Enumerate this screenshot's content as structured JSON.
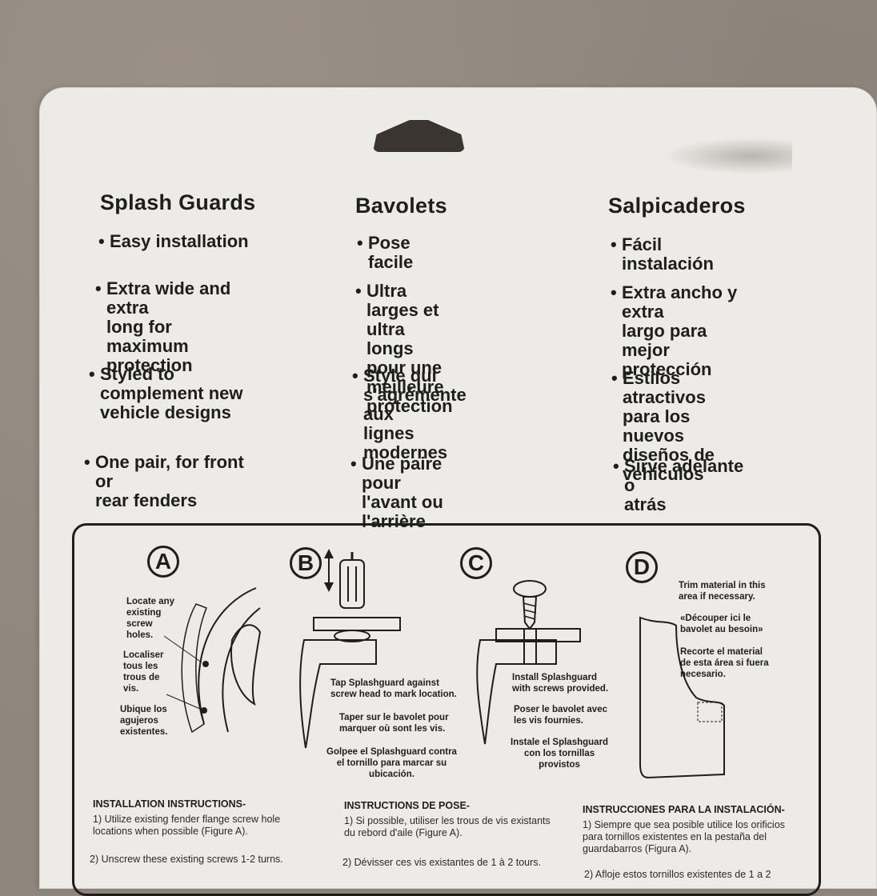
{
  "columns": [
    {
      "title": "Splash Guards",
      "bullets": [
        "Easy installation",
        "Extra wide and extra\nlong for maximum\nprotection",
        "Styled to\ncomplement new\nvehicle designs",
        "One pair, for front or\nrear fenders"
      ]
    },
    {
      "title": "Bavolets",
      "bullets": [
        "Pose facile",
        "Ultra larges et ultra\nlongs pour une\nmeilleure protection",
        "Style qui\ns'agrémente aux\nlignes modernes",
        "Une paire pour\nl'avant ou l'arrière"
      ]
    },
    {
      "title": "Salpicaderos",
      "bullets": [
        "Fácil instalación",
        "Extra ancho y extra\nlargo para mejor\nprotección",
        "Estilos atractivos\npara los nuevos\ndiseños de vehiculos",
        "Sirve adelante o\natrás"
      ]
    }
  ],
  "figures": {
    "a": {
      "letter": "A",
      "locate": "Locate any\nexisting\nscrew\nholes.",
      "localiser": "Localiser\ntous les\ntrous de\nvis.",
      "ubique": "Ubique los\nagujeros\nexistentes."
    },
    "b": {
      "letter": "B",
      "en": "Tap Splashguard against\nscrew head to mark location.",
      "fr": "Taper sur le bavolet pour\nmarquer où sont les vis.",
      "es": "Golpee el Splashguard contra\nel tornillo para marcar su\nubicación."
    },
    "c": {
      "letter": "C",
      "en": "Install Splashguard\nwith screws provided.",
      "fr": "Poser le bavolet avec\nles vis fournies.",
      "es": "Instale el Splashguard\ncon los tornillas\nprovistos"
    },
    "d": {
      "letter": "D",
      "en": "Trim material in this\narea if necessary.",
      "fr": "«Découper ici le\nbavolet au besoin»",
      "es": "Recorte el material\nde esta área si fuera\nnecesario."
    }
  },
  "instructions": [
    {
      "header": "INSTALLATION INSTRUCTIONS-",
      "step1": "1) Utilize existing fender flange screw hole\n    locations when possible (Figure A).",
      "step2": "2) Unscrew these existing screws 1-2 turns."
    },
    {
      "header": "INSTRUCTIONS DE POSE-",
      "step1": "1) Si possible, utiliser les trous de vis existants\n    du rebord d'aile (Figure A).",
      "step2": "2) Dévisser ces vis existantes de 1 à 2 tours."
    },
    {
      "header": "INSTRUCCIONES PARA LA INSTALACIÓN-",
      "step1": "1) Siempre que sea posible utilice los orificios\n    para tornillos existentes en la pestaña del\n    guardabarros (Figura A).",
      "step2": "2) Afloje estos tornillos existentes de 1 a 2"
    }
  ],
  "colors": {
    "ink": "#1e1e1e",
    "card": "#ecebe7",
    "background": "#8f877d"
  }
}
